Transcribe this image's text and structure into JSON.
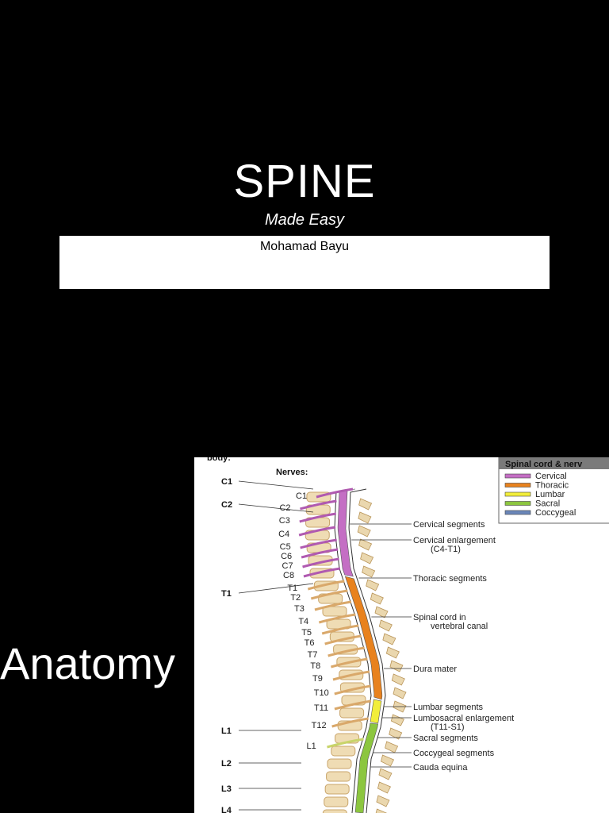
{
  "slide": {
    "title": "SPINE",
    "subtitle": "Made Easy",
    "author": "Mohamad Bayu",
    "section_heading": "Anatomy"
  },
  "figure": {
    "header_vertebral": "body:",
    "header_nerves": "Nerves:",
    "vertebrae_labels": [
      "C1",
      "C2",
      "T1",
      "L1",
      "L2",
      "L3",
      "L4"
    ],
    "nerve_labels": [
      "C1",
      "C2",
      "C3",
      "C4",
      "C5",
      "C6",
      "C7",
      "C8",
      "T1",
      "T2",
      "T3",
      "T4",
      "T5",
      "T6",
      "T7",
      "T8",
      "T9",
      "T10",
      "T11",
      "T12",
      "L1"
    ],
    "annotations": [
      {
        "text": "Cervical segments"
      },
      {
        "text": "Cervical enlargement",
        "sub": "(C4-T1)"
      },
      {
        "text": "Thoracic segments"
      },
      {
        "text": "Spinal cord in",
        "sub": "vertebral canal"
      },
      {
        "text": "Dura mater"
      },
      {
        "text": "Lumbar segments"
      },
      {
        "text": "Lumbosacral enlargement",
        "sub": "(T11-S1)"
      },
      {
        "text": "Sacral segments"
      },
      {
        "text": "Coccygeal segments"
      },
      {
        "text": "Cauda equina"
      }
    ],
    "legend": {
      "title": "Spinal cord & nerv",
      "items": [
        {
          "label": "Cervical",
          "color": "#c46ec4"
        },
        {
          "label": "Thoracic",
          "color": "#e8821e"
        },
        {
          "label": "Lumbar",
          "color": "#f2ee3a"
        },
        {
          "label": "Sacral",
          "color": "#8cc63f"
        },
        {
          "label": "Coccygeal",
          "color": "#6a86b8"
        }
      ]
    }
  }
}
